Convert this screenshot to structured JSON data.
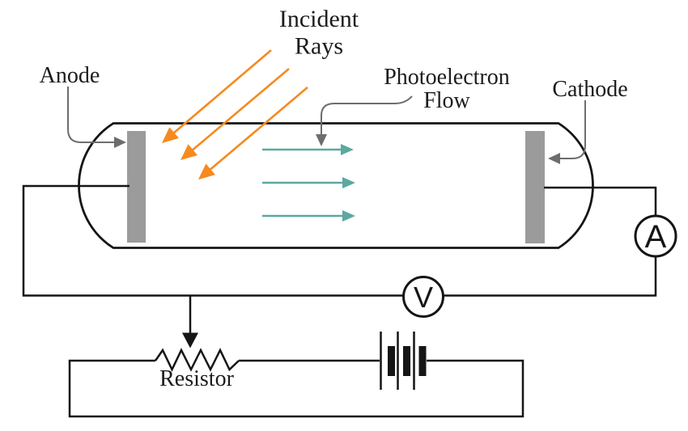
{
  "labels": {
    "incident_rays": [
      "Incident",
      "Rays"
    ],
    "photoelectron_flow": [
      "Photoelectron",
      "Flow"
    ],
    "anode": "Anode",
    "cathode": "Cathode",
    "resistor": "Resistor"
  },
  "meters": {
    "ammeter_letter": "A",
    "voltmeter_letter": "V"
  },
  "colors": {
    "incident_ray_orange": "#f68a1e",
    "photoelectron_teal": "#5ba99f",
    "leader_gray": "#6d6d6d",
    "electrode_gray": "#9b9b9b",
    "wire_black": "#151515",
    "label_text": "#1c1c1c"
  }
}
